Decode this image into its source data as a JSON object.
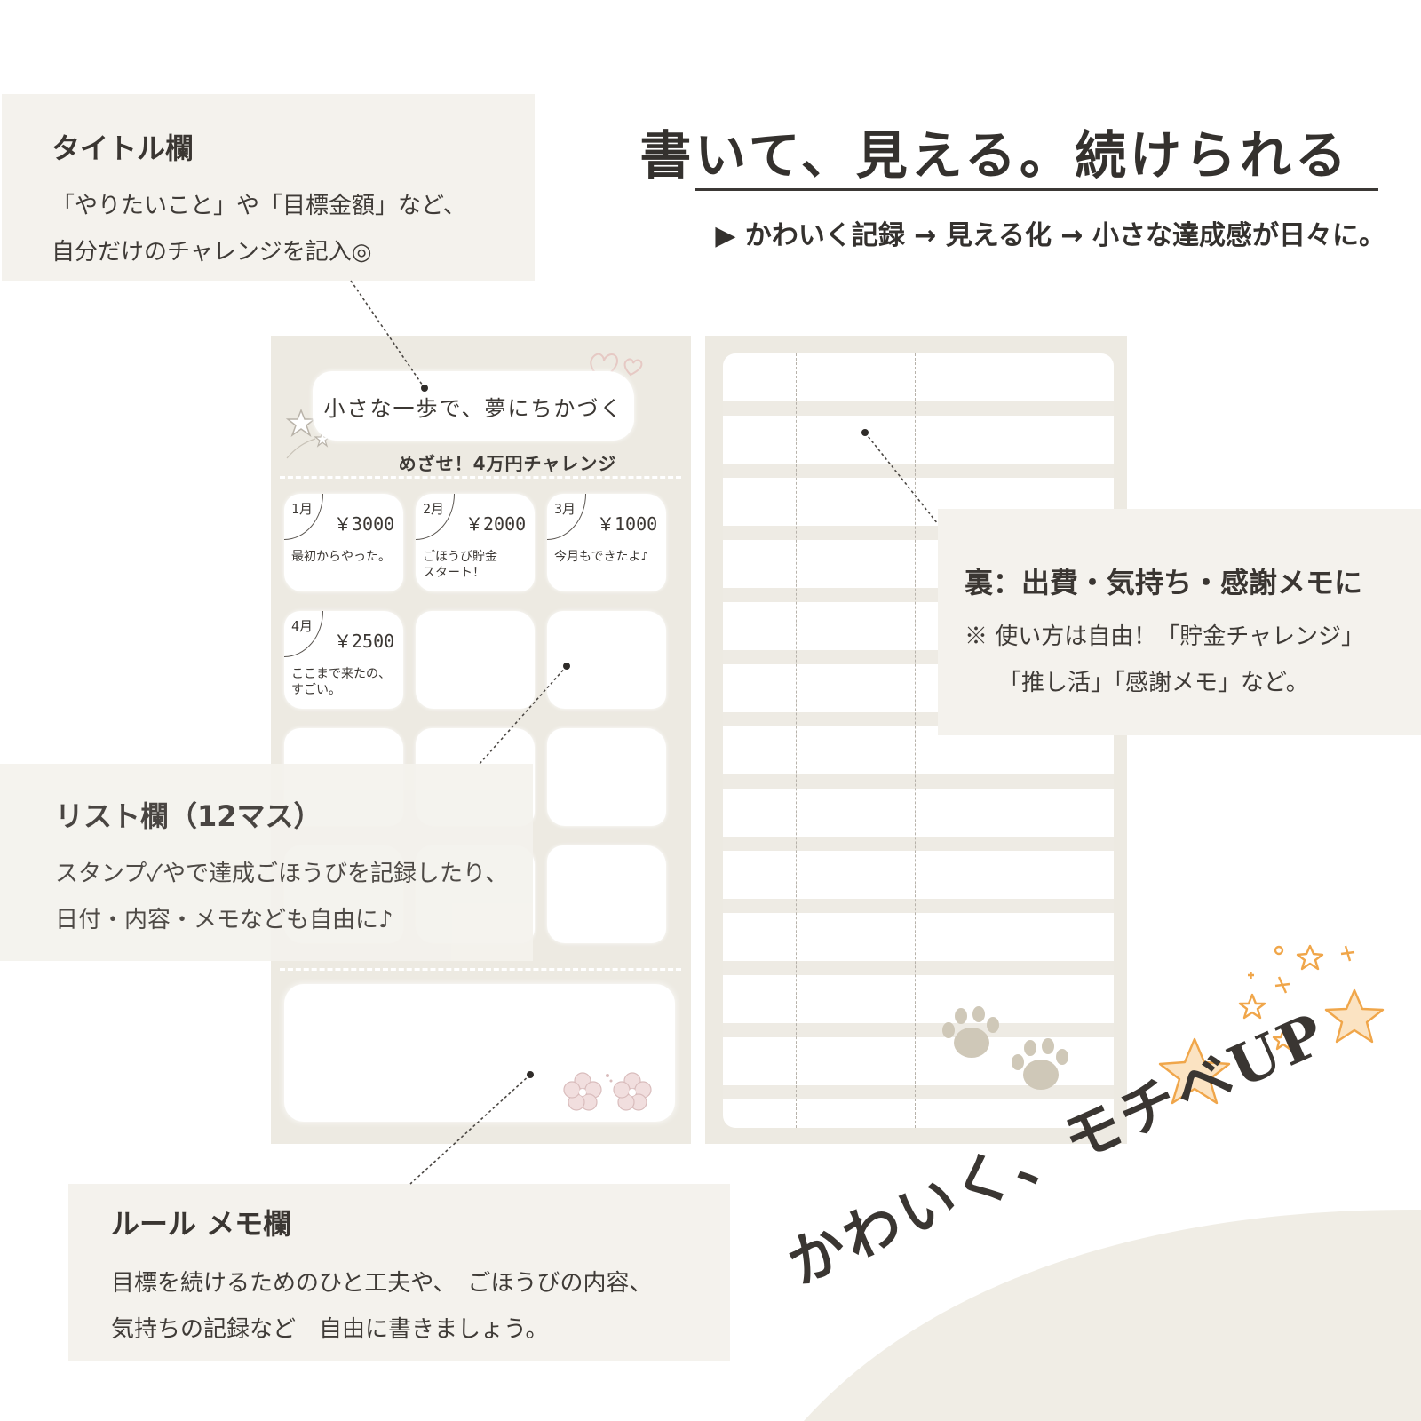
{
  "headline": "書いて、見える。続けられる",
  "tagline": "▶ かわいく記録 → 見える化 → 小さな達成感が日々に。",
  "callouts": {
    "title_field": {
      "title": "タイトル欄",
      "lines": [
        "「やりたいこと」や「目標金額」など、",
        "自分だけのチャレンジを記入◎"
      ]
    },
    "back_side": {
      "title": "裏：出費・気持ち・感謝メモに",
      "lines": [
        "※ 使い方は自由！「貯金チャレンジ」",
        "「推し活」「感謝メモ」など。"
      ]
    },
    "list_field": {
      "title": "リスト欄（12マス）",
      "lines": [
        "スタンプ✓やで達成ごほうびを記録したり、",
        "日付・内容・メモなども自由に♪"
      ]
    },
    "rule_memo": {
      "title": "ルール メモ欄",
      "lines": [
        "目標を続けるためのひと工夫や、　ごほうびの内容、",
        "気持ちの記録など　自由に書きましょう。"
      ]
    }
  },
  "front_card": {
    "title": "小さな一歩で、夢にちかづく",
    "subtitle": "めざせ！4万円チャレンジ",
    "cells": [
      {
        "month": "1月",
        "amount": "￥3000",
        "memo": "最初からやった。"
      },
      {
        "month": "2月",
        "amount": "￥2000",
        "memo": "ごほうび貯金\nスタート！"
      },
      {
        "month": "3月",
        "amount": "￥1000",
        "memo": "今月もできたよ♪"
      },
      {
        "month": "4月",
        "amount": "￥2500",
        "memo": "ここまで来たの、\nすごい。"
      }
    ]
  },
  "slogan": "かわいく、モチベUP",
  "colors": {
    "card_bg": "#edeae2",
    "callout_bg": "#f4f2ed",
    "text": "#3a3632",
    "star_orange": "#f0a64a",
    "paw": "#cfc8b8"
  }
}
